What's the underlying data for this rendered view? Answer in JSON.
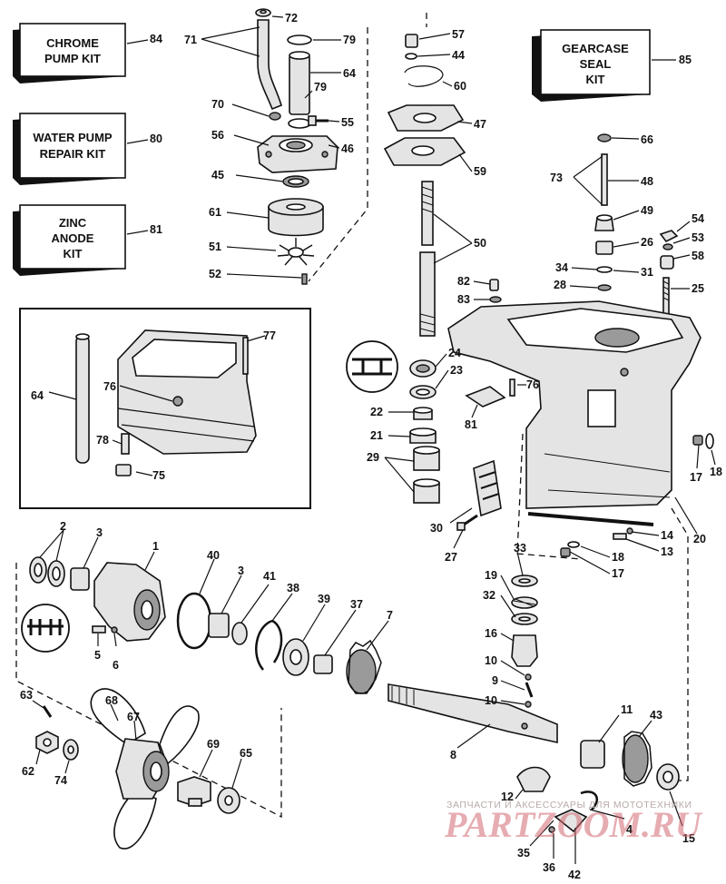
{
  "kits": [
    {
      "id": "84",
      "lines": [
        "CHROME",
        "PUMP KIT"
      ]
    },
    {
      "id": "80",
      "lines": [
        "WATER PUMP",
        "REPAIR KIT"
      ]
    },
    {
      "id": "81",
      "lines": [
        "ZINC",
        "ANODE",
        "KIT"
      ]
    },
    {
      "id": "85",
      "lines": [
        "GEARCASE",
        "SEAL",
        "KIT"
      ]
    }
  ],
  "callouts": {
    "c72": "72",
    "c71": "71",
    "c79a": "79",
    "c64a": "64",
    "c79b": "79",
    "c70": "70",
    "c55": "55",
    "c56": "56",
    "c46": "46",
    "c45": "45",
    "c61": "61",
    "c51": "51",
    "c52": "52",
    "c57": "57",
    "c44": "44",
    "c60": "60",
    "c47": "47",
    "c59": "59",
    "c50": "50",
    "c66": "66",
    "c73": "73",
    "c48": "48",
    "c49": "49",
    "c54": "54",
    "c53": "53",
    "c26": "26",
    "c58": "58",
    "c34": "34",
    "c31": "31",
    "c28": "28",
    "c25": "25",
    "c82": "82",
    "c83": "83",
    "c77": "77",
    "c64b": "64",
    "c76a": "76",
    "c78": "78",
    "c75": "75",
    "c24": "24",
    "c23": "23",
    "c76b": "76",
    "c22": "22",
    "c21": "21",
    "c81b": "81",
    "c29": "29",
    "c17a": "17",
    "c18a": "18",
    "c30": "30",
    "c27": "27",
    "c20": "20",
    "c14": "14",
    "c13": "13",
    "c18b": "18",
    "c17b": "17",
    "c2": "2",
    "c3a": "3",
    "c1": "1",
    "c40": "40",
    "c3b": "3",
    "c41": "41",
    "c38": "38",
    "c39": "39",
    "c37": "37",
    "c7": "7",
    "c5": "5",
    "c6": "6",
    "c33": "33",
    "c19": "19",
    "c32": "32",
    "c16": "16",
    "c10a": "10",
    "c9": "9",
    "c10b": "10",
    "c63": "63",
    "c68": "68",
    "c67": "67",
    "c62": "62",
    "c74": "74",
    "c69": "69",
    "c65": "65",
    "c8": "8",
    "c11": "11",
    "c43": "43",
    "c12": "12",
    "c4": "4",
    "c15": "15",
    "c35": "35",
    "c36": "36",
    "c42": "42"
  },
  "watermark": {
    "caption": "ЗАПЧАСТИ И АКСЕССУАРЫ ДЛЯ МОТОТЕХНИКИ",
    "brand": "PARTZOOM.RU"
  }
}
